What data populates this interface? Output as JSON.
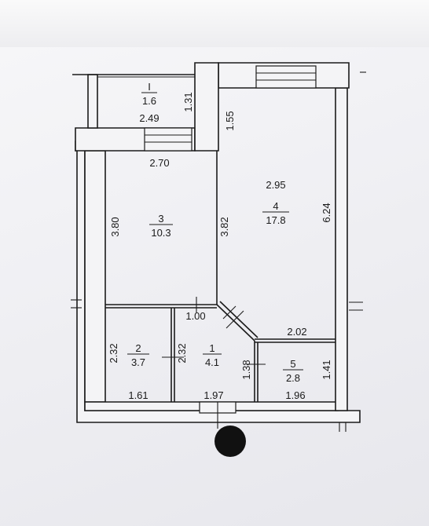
{
  "plan": {
    "rooms": [
      {
        "id": "I",
        "number": "I",
        "area": "1.6"
      },
      {
        "id": "3",
        "number": "3",
        "area": "10.3"
      },
      {
        "id": "4",
        "number": "4",
        "area": "17.8"
      },
      {
        "id": "2",
        "number": "2",
        "area": "3.7"
      },
      {
        "id": "1",
        "number": "1",
        "area": "4.1"
      },
      {
        "id": "5",
        "number": "5",
        "area": "2.8"
      }
    ],
    "dimensions": {
      "balcony_width": "2.49",
      "balcony_depth": "1.31",
      "passage": "1.55",
      "room3_width": "2.70",
      "room3_height": "3.80",
      "room3_room4_wall": "3.82",
      "room4_width": "2.95",
      "room4_height": "6.24",
      "hall_door": "1.00",
      "room5_width_top": "2.02",
      "room2_height": "2.32",
      "room1_height": "2.32",
      "room5_left": "1.38",
      "room5_right": "1.41",
      "room2_width": "1.61",
      "room1_width": "1.97",
      "room5_width": "1.96"
    }
  }
}
